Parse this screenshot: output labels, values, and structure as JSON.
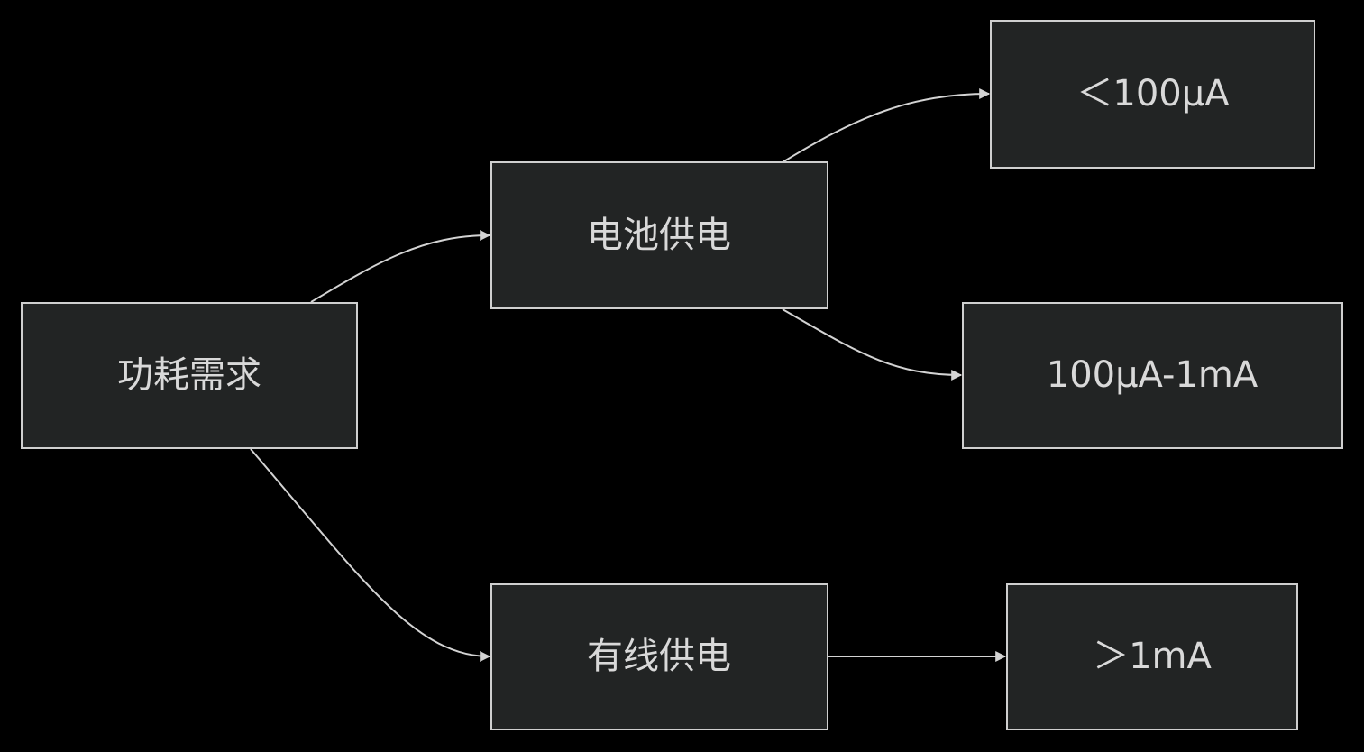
{
  "colors": {
    "background": "#000000",
    "node_fill": "#222424",
    "node_stroke": "#cfcfcf",
    "node_text": "#d9d9d9",
    "edge": "#d3d3d3"
  },
  "nodes": {
    "root": {
      "label": "功耗需求"
    },
    "battery": {
      "label": "电池供电"
    },
    "wired": {
      "label": "有线供电"
    },
    "low": {
      "label": "＜100μA"
    },
    "mid": {
      "label": "100μA-1mA"
    },
    "high": {
      "label": "＞1mA"
    }
  },
  "edges": [
    {
      "from": "root",
      "to": "battery"
    },
    {
      "from": "root",
      "to": "wired"
    },
    {
      "from": "battery",
      "to": "low"
    },
    {
      "from": "battery",
      "to": "mid"
    },
    {
      "from": "wired",
      "to": "high"
    }
  ]
}
